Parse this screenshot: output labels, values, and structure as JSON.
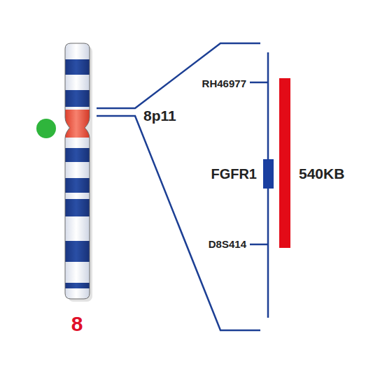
{
  "diagram": {
    "labels": [
      "8",
      "8p11",
      "RH46977",
      "FGFR1",
      "D8S414",
      "540KB"
    ]
  }
}
